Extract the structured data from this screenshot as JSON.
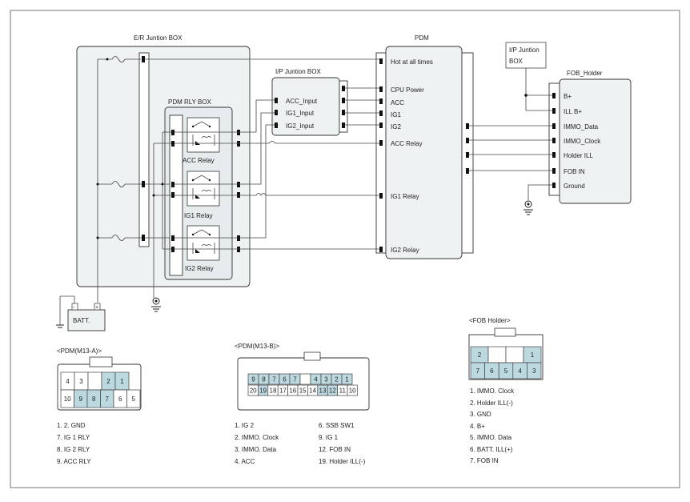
{
  "er_box": {
    "title": "E/R Juntion BOX"
  },
  "pdm_rly_box": {
    "title": "PDM RLY BOX"
  },
  "relays": {
    "acc": "ACC Relay",
    "ig1": "IG1 Relay",
    "ig2": "IG2 Relay"
  },
  "ip_box": {
    "title": "I/P  Juntion BOX",
    "pins": [
      "ACC_Input",
      "IG1_Input",
      "IG2_Input"
    ]
  },
  "pdm": {
    "title": "PDM",
    "pins": [
      "Hot at all times",
      "CPU Power",
      "ACC",
      "IG1",
      "IG2",
      "ACC Relay",
      "IG1 Relay",
      "IG2 Relay"
    ]
  },
  "ip_junction_small": {
    "line1": "I/P Juntion",
    "line2": "BOX"
  },
  "fob_holder": {
    "title": "FOB_Holder",
    "pins": [
      "B+",
      "ILL B+",
      "IMMO_Data",
      "IMMO_Clock",
      "Holder ILL",
      "FOB IN",
      "Ground"
    ]
  },
  "battery": {
    "label": "BATT.",
    "neg": "-",
    "pos": "+"
  },
  "conn_pdm_a": {
    "title": "<PDM(M13-A)>",
    "row1": [
      "4",
      "3",
      "",
      "2",
      "1"
    ],
    "row2": [
      "10",
      "9",
      "8",
      "7",
      "6",
      "5"
    ],
    "legend": [
      "1. 2. GND",
      "7. IG 1 RLY",
      "8. IG 2 RLY",
      "9. ACC RLY"
    ]
  },
  "conn_pdm_b": {
    "title": "<PDM(M13-B)>",
    "row1": [
      "9",
      "8",
      "7",
      "6",
      "7",
      "",
      "4",
      "3",
      "2",
      "1"
    ],
    "row2": [
      "20",
      "19",
      "18",
      "17",
      "16",
      "15",
      "14",
      "13",
      "12",
      "11",
      "10"
    ],
    "legend_left": [
      "1. IG 2",
      "2.   IMMO. Clock",
      "3.   IMMO. Data",
      "4. ACC"
    ],
    "legend_right": [
      "6.   SSB SW1",
      "9. IG 1",
      "12.    FOB IN",
      "19.    Holder ILL(-)"
    ]
  },
  "conn_fob": {
    "title": "<FOB Holder>",
    "row1": [
      "2",
      "",
      "",
      "1"
    ],
    "row2": [
      "7",
      "6",
      "5",
      "4",
      "3"
    ],
    "legend": [
      "1. IMMO. Clock",
      "2. Holder ILL(-)",
      "3. GND",
      "4. B+",
      "5. IMMO. Data",
      "6. BATT. ILL(+)",
      "7. FOB IN"
    ]
  },
  "colors": {
    "highlight": "#bcd9e0",
    "panel": "#eef2f3",
    "wire": "#444444"
  }
}
